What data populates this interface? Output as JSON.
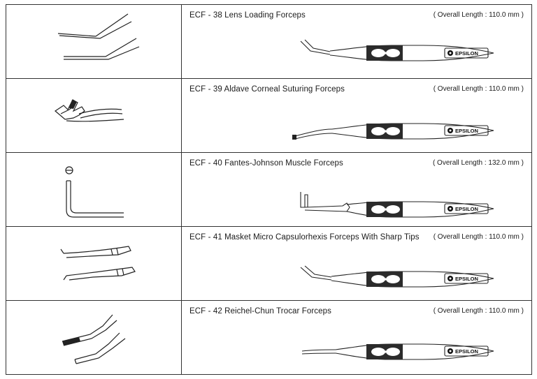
{
  "brand": "EPSILON",
  "colors": {
    "line": "#222222",
    "grip": "#2b2b2b",
    "background": "#ffffff"
  },
  "rows": [
    {
      "title": "ECF - 38  Lens Loading Forceps",
      "length": "( Overall Length : 110.0 mm )"
    },
    {
      "title": "ECF - 39  Aldave Corneal Suturing Forceps",
      "length": "( Overall Length : 110.0 mm )"
    },
    {
      "title": "ECF - 40  Fantes-Johnson Muscle Forceps",
      "length": "( Overall Length : 132.0 mm )"
    },
    {
      "title": "ECF - 41  Masket Micro Capsulorhexis Forceps With Sharp Tips",
      "length": "( Overall Length : 110.0 mm )"
    },
    {
      "title": "ECF - 42  Reichel-Chun Trocar Forceps",
      "length": "( Overall Length : 110.0 mm )"
    }
  ]
}
